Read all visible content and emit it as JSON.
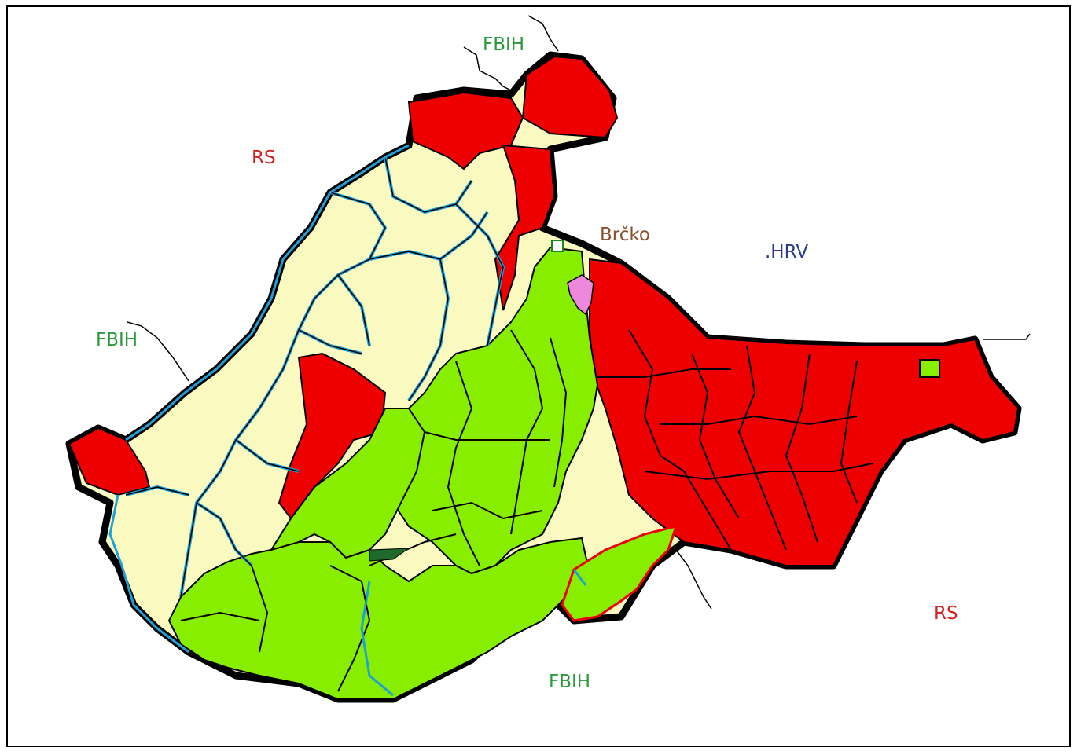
{
  "map": {
    "labels": {
      "fbih_top": "FBIH",
      "rs_left": "RS",
      "brcko": "Brčko",
      "hrv": ".HRV",
      "fbih_left": "FBIH",
      "rs_right": "RS",
      "fbih_bottom": "FBIH"
    },
    "colors": {
      "rs": "#ee0000",
      "fbih": "#88ee00",
      "neutral": "#fafac0",
      "special": "#ee88dd",
      "border": "#000000",
      "entity_line": "#1ea0d8",
      "label_fbih": "#2a9a3a",
      "label_rs": "#d42020",
      "label_brcko": "#8a5030",
      "label_hrv": "#2a3a8a"
    }
  }
}
